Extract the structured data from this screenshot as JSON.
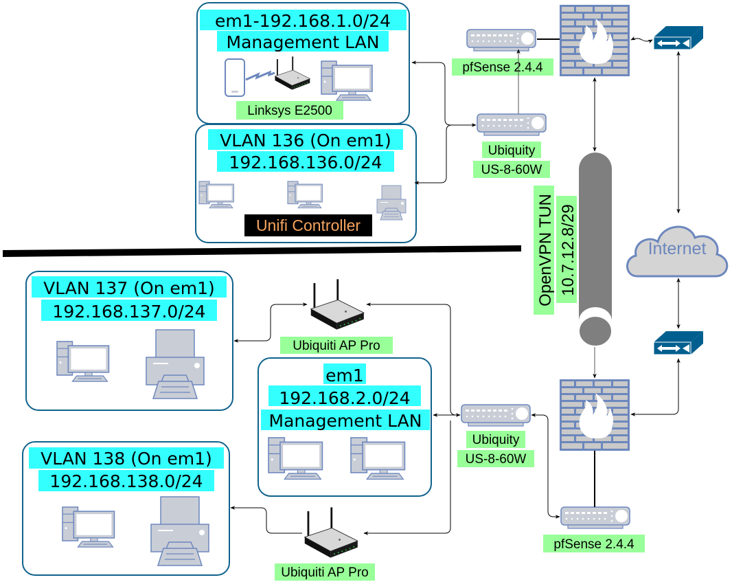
{
  "title": "Site-to-site pfSense network diagram",
  "colors": {
    "network_label_highlight": "#33ffff",
    "device_label_highlight": "#99ff99",
    "box_border": "#10628c",
    "device_fill": "#c9cdd6",
    "device_stroke": "#6c87bd",
    "firewall_fill": "#6c87bd",
    "bridge_fill": "#005f8f",
    "tunnel_fill": "#7f7f7f",
    "cloud_fill": "#d4d4d4",
    "controller_label_bg": "#000000",
    "controller_label_text": "#f4a460"
  },
  "site_a": {
    "mgmt_lan": {
      "line1": "em1-192.168.1.0/24",
      "line2": "Management LAN",
      "router_label": "Linksys E2500",
      "devices": [
        "phone",
        "wireless-router",
        "desktop"
      ]
    },
    "vlan136": {
      "line1": "VLAN 136 (On em1)",
      "line2": "192.168.136.0/24",
      "controller_label": "Unifi Controller",
      "devices": [
        "desktop",
        "desktop",
        "printer"
      ]
    },
    "pfsense_label": "pfSense 2.4.4",
    "switch_label_1": "Ubiquity",
    "switch_label_2": "US-8-60W"
  },
  "tunnel": {
    "line1": "OpenVPN TUN",
    "line2": "10.7.12.8/29"
  },
  "internet_label": "Internet",
  "site_b": {
    "vlan137": {
      "line1": "VLAN 137 (On em1)",
      "line2": "192.168.137.0/24",
      "devices": [
        "desktop",
        "printer"
      ]
    },
    "mgmt_lan": {
      "line1": "em1",
      "line2": "192.168.2.0/24",
      "line3": "Management LAN",
      "devices": [
        "desktop",
        "desktop"
      ]
    },
    "vlan138": {
      "line1": "VLAN 138 (On em1)",
      "line2": "192.168.138.0/24",
      "devices": [
        "desktop",
        "printer"
      ]
    },
    "ap_top_label": "Ubiquiti AP Pro",
    "ap_bottom_label": "Ubiquiti AP Pro",
    "switch_label_1": "Ubiquity",
    "switch_label_2": "US-8-60W",
    "pfsense_label": "pfSense 2.4.4"
  }
}
